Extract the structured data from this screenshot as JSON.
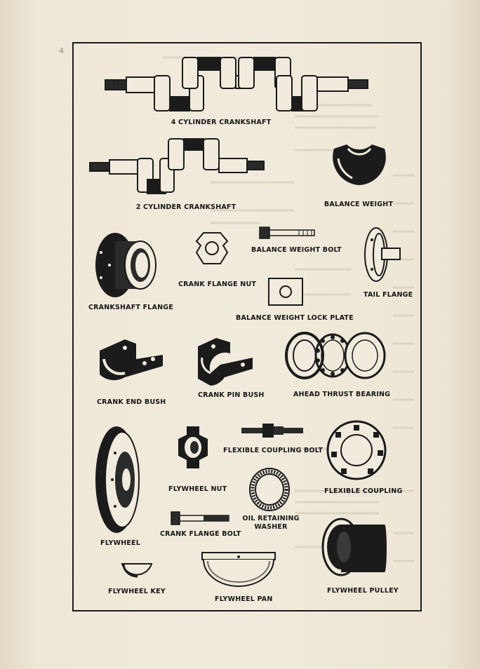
{
  "page_number": "4",
  "colors": {
    "paper": "#efe8d8",
    "ink": "#1b1b1b",
    "bleed": "#c8c0b0"
  },
  "labels": {
    "crankshaft_4cyl": "4 CYLINDER  CRANKSHAFT",
    "crankshaft_2cyl": "2 CYLINDER  CRANKSHAFT",
    "balance_weight": "BALANCE  WEIGHT",
    "balance_weight_bolt": "BALANCE  WEIGHT  BOLT",
    "crank_flange_nut": "CRANK  FLANGE  NUT",
    "tail_flange": "TAIL  FLANGE",
    "crankshaft_flange": "CRANKSHAFT  FLANGE",
    "balance_weight_lock_plate": "BALANCE  WEIGHT  LOCK PLATE",
    "crank_end_bush": "CRANK  END  BUSH",
    "crank_pin_bush": "CRANK  PIN  BUSH",
    "ahead_thrust_bearing": "AHEAD  THRUST  BEARING",
    "flexible_coupling_bolt": "FLEXIBLE  COUPLING  BOLT",
    "flywheel_nut": "FLYWHEEL  NUT",
    "flexible_coupling": "FLEXIBLE  COUPLING",
    "oil_retaining_washer_1": "OIL  RETAINING",
    "oil_retaining_washer_2": "WASHER",
    "flywheel": "FLYWHEEL",
    "crank_flange_bolt": "CRANK  FLANGE  BOLT",
    "flywheel_key": "FLYWHEEL  KEY",
    "flywheel_pan": "FLYWHEEL  PAN",
    "flywheel_pulley": "FLYWHEEL  PULLEY"
  }
}
